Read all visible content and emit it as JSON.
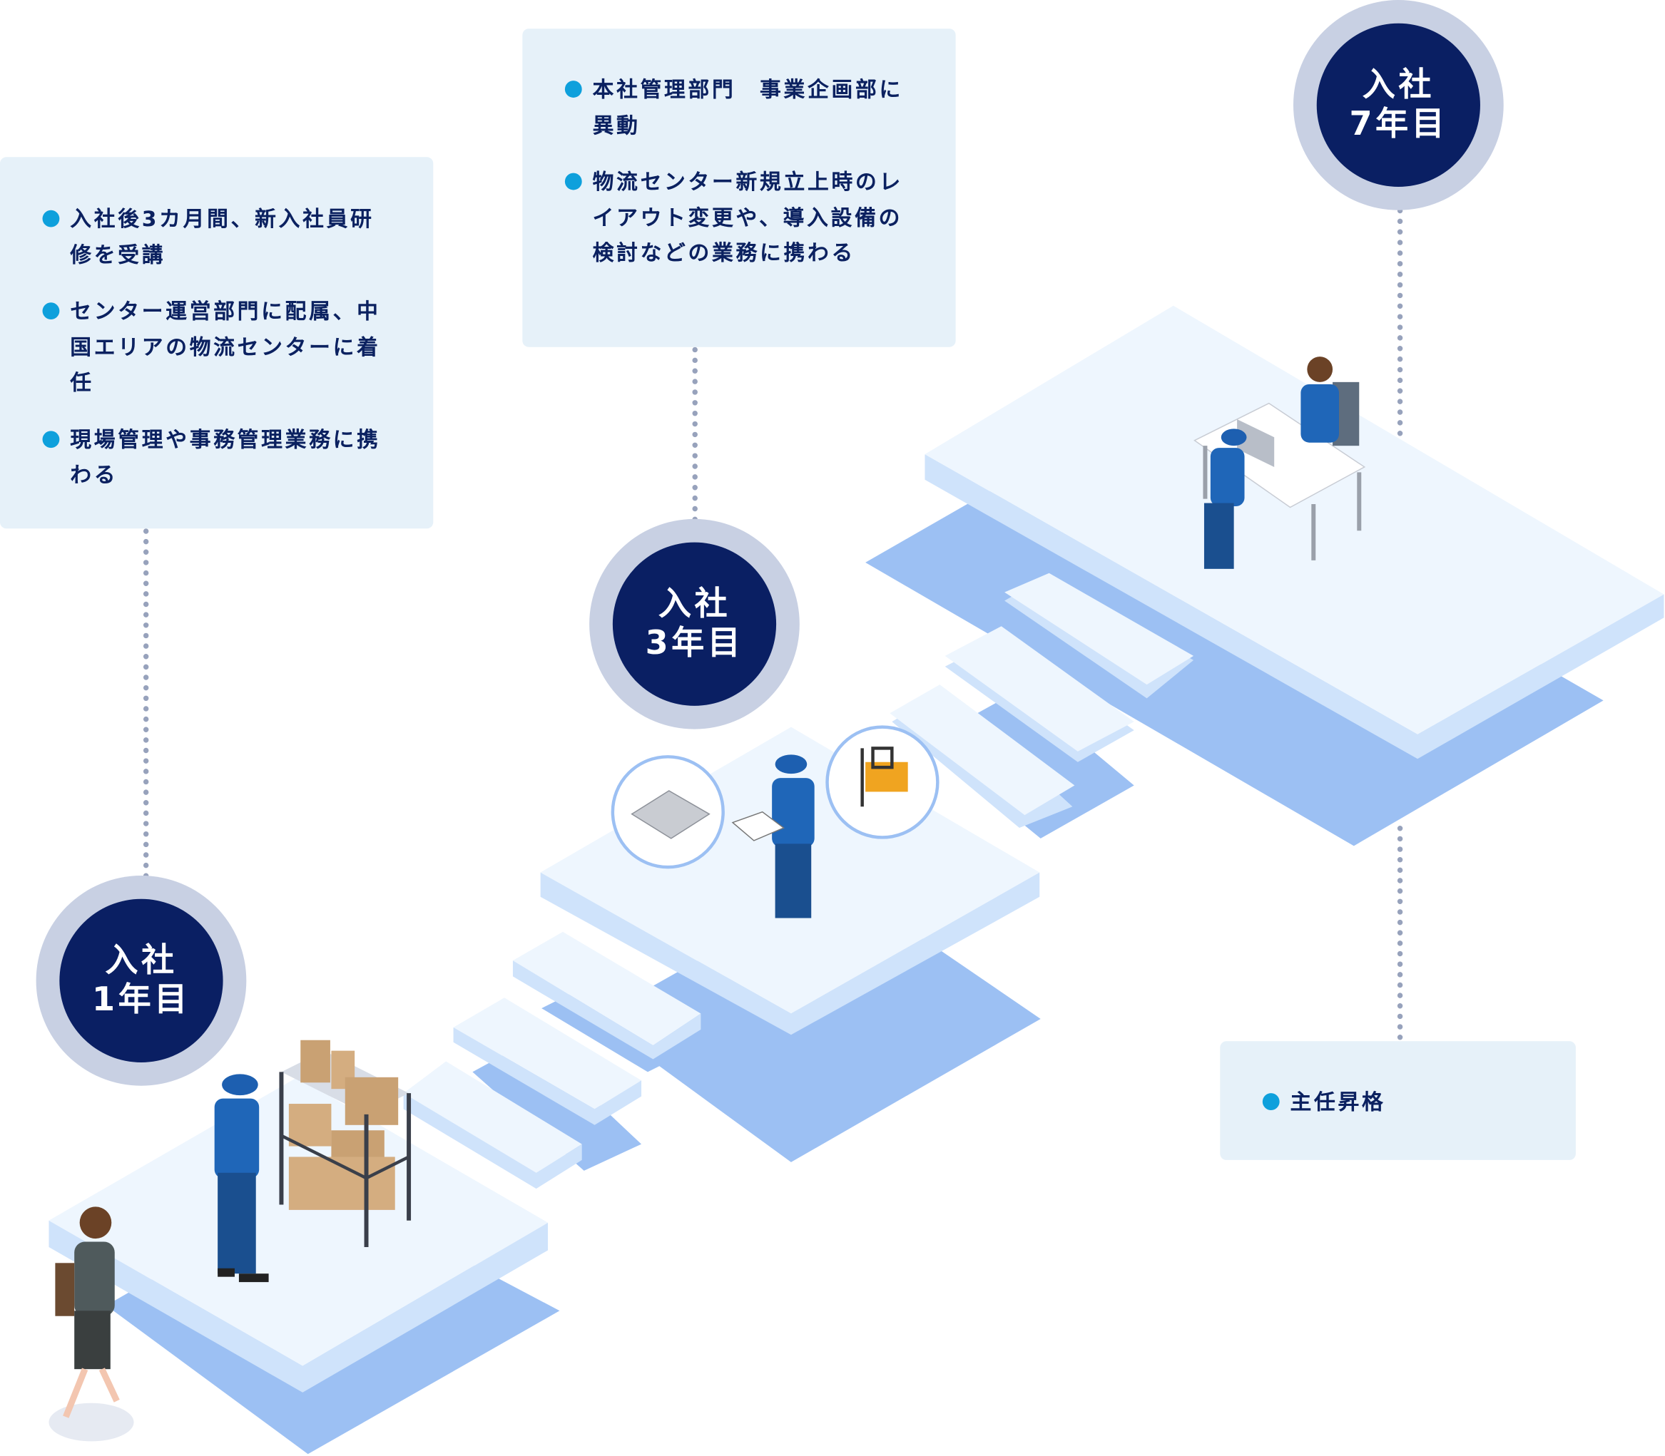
{
  "stages": [
    {
      "badge": {
        "line1": "入社",
        "line2": "1年目"
      },
      "items": [
        "入社後3カ月間、新入社員研修を受講",
        "センター運営部門に配属、中国エリアの物流センターに着任",
        "現場管理や事務管理業務に携わる"
      ]
    },
    {
      "badge": {
        "line1": "入社",
        "line2": "3年目"
      },
      "items": [
        "本社管理部門　事業企画部に異動",
        "物流センター新規立上時のレイアウト変更や、導入設備の検討などの業務に携わる"
      ]
    },
    {
      "badge": {
        "line1": "入社",
        "line2": "7年目"
      },
      "items": [
        "主任昇格"
      ]
    }
  ],
  "colors": {
    "navy": "#0a1f63",
    "bullet": "#0ea0dc",
    "box": "#e6f1f9",
    "platform_top": "#eef6fe",
    "platform_side": "#cfe3fb",
    "platform_shadow": "#9cc0f3"
  }
}
